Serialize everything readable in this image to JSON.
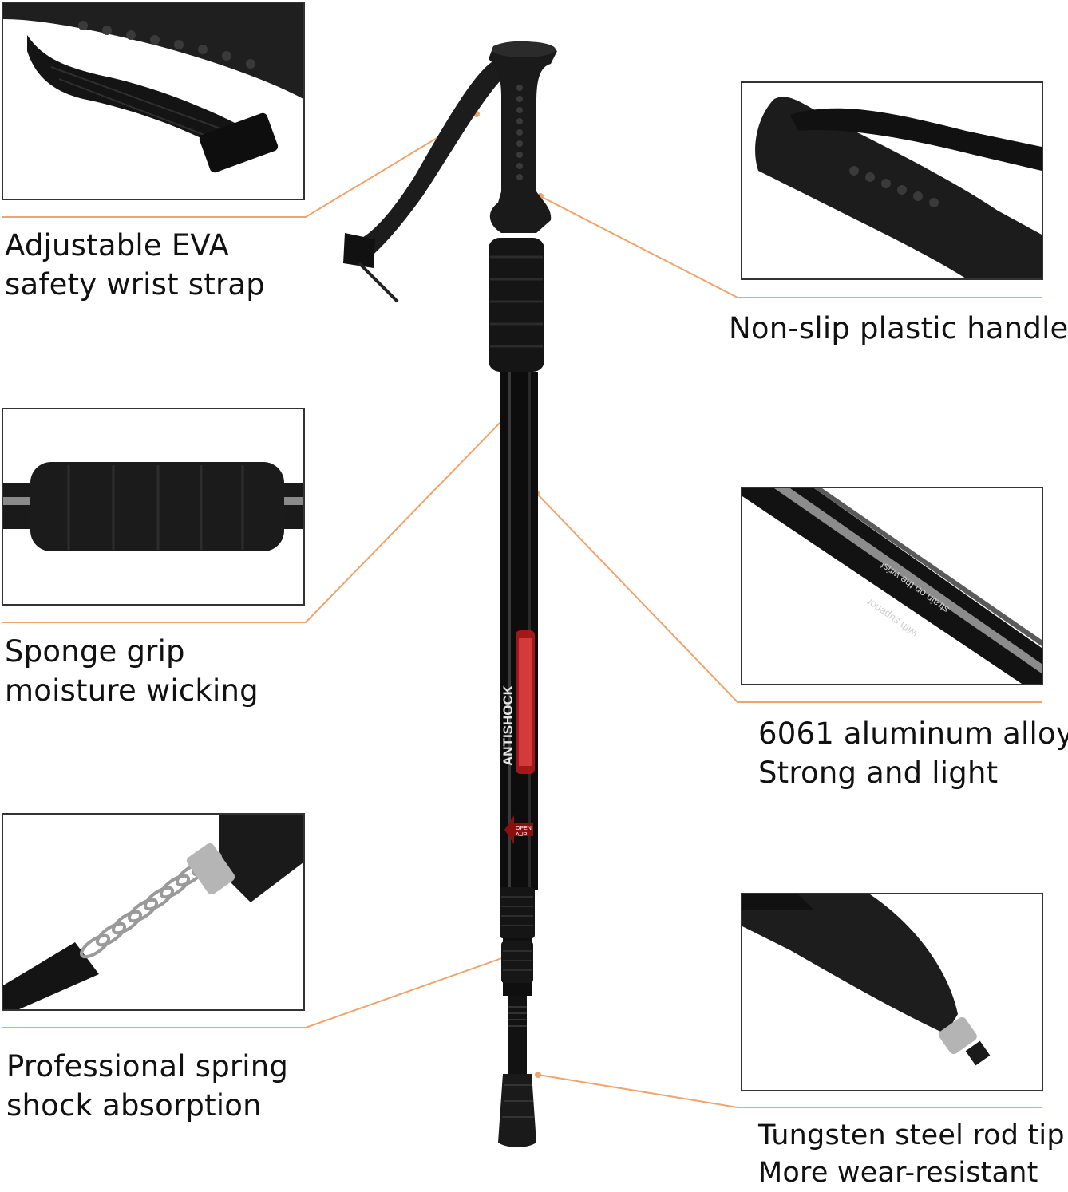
{
  "product": "trekking-pole",
  "pole_print": {
    "brand_text": "ANTISHOCK",
    "arrow_text_1": "OPEN",
    "arrow_text_2": "AUP"
  },
  "features": {
    "wrist_strap": {
      "line1": "Adjustable EVA",
      "line2": "safety wrist strap"
    },
    "handle": {
      "line1": "Non-slip plastic handle"
    },
    "sponge_grip": {
      "line1": "Sponge grip",
      "line2": "moisture wicking"
    },
    "alloy": {
      "line1": "6061 aluminum alloy",
      "line2": "Strong and light"
    },
    "spring": {
      "line1": "Professional spring",
      "line2": "shock absorption"
    },
    "tip": {
      "line1": "Tungsten steel rod tip",
      "line2": "More wear-resistant"
    }
  },
  "alloy_inset_print": {
    "text1": "with superior",
    "text2": "strain on the wrist"
  },
  "colors": {
    "accent_line": "#f0a36a",
    "product": "#1a1a1a",
    "inset_border": "#333333"
  }
}
